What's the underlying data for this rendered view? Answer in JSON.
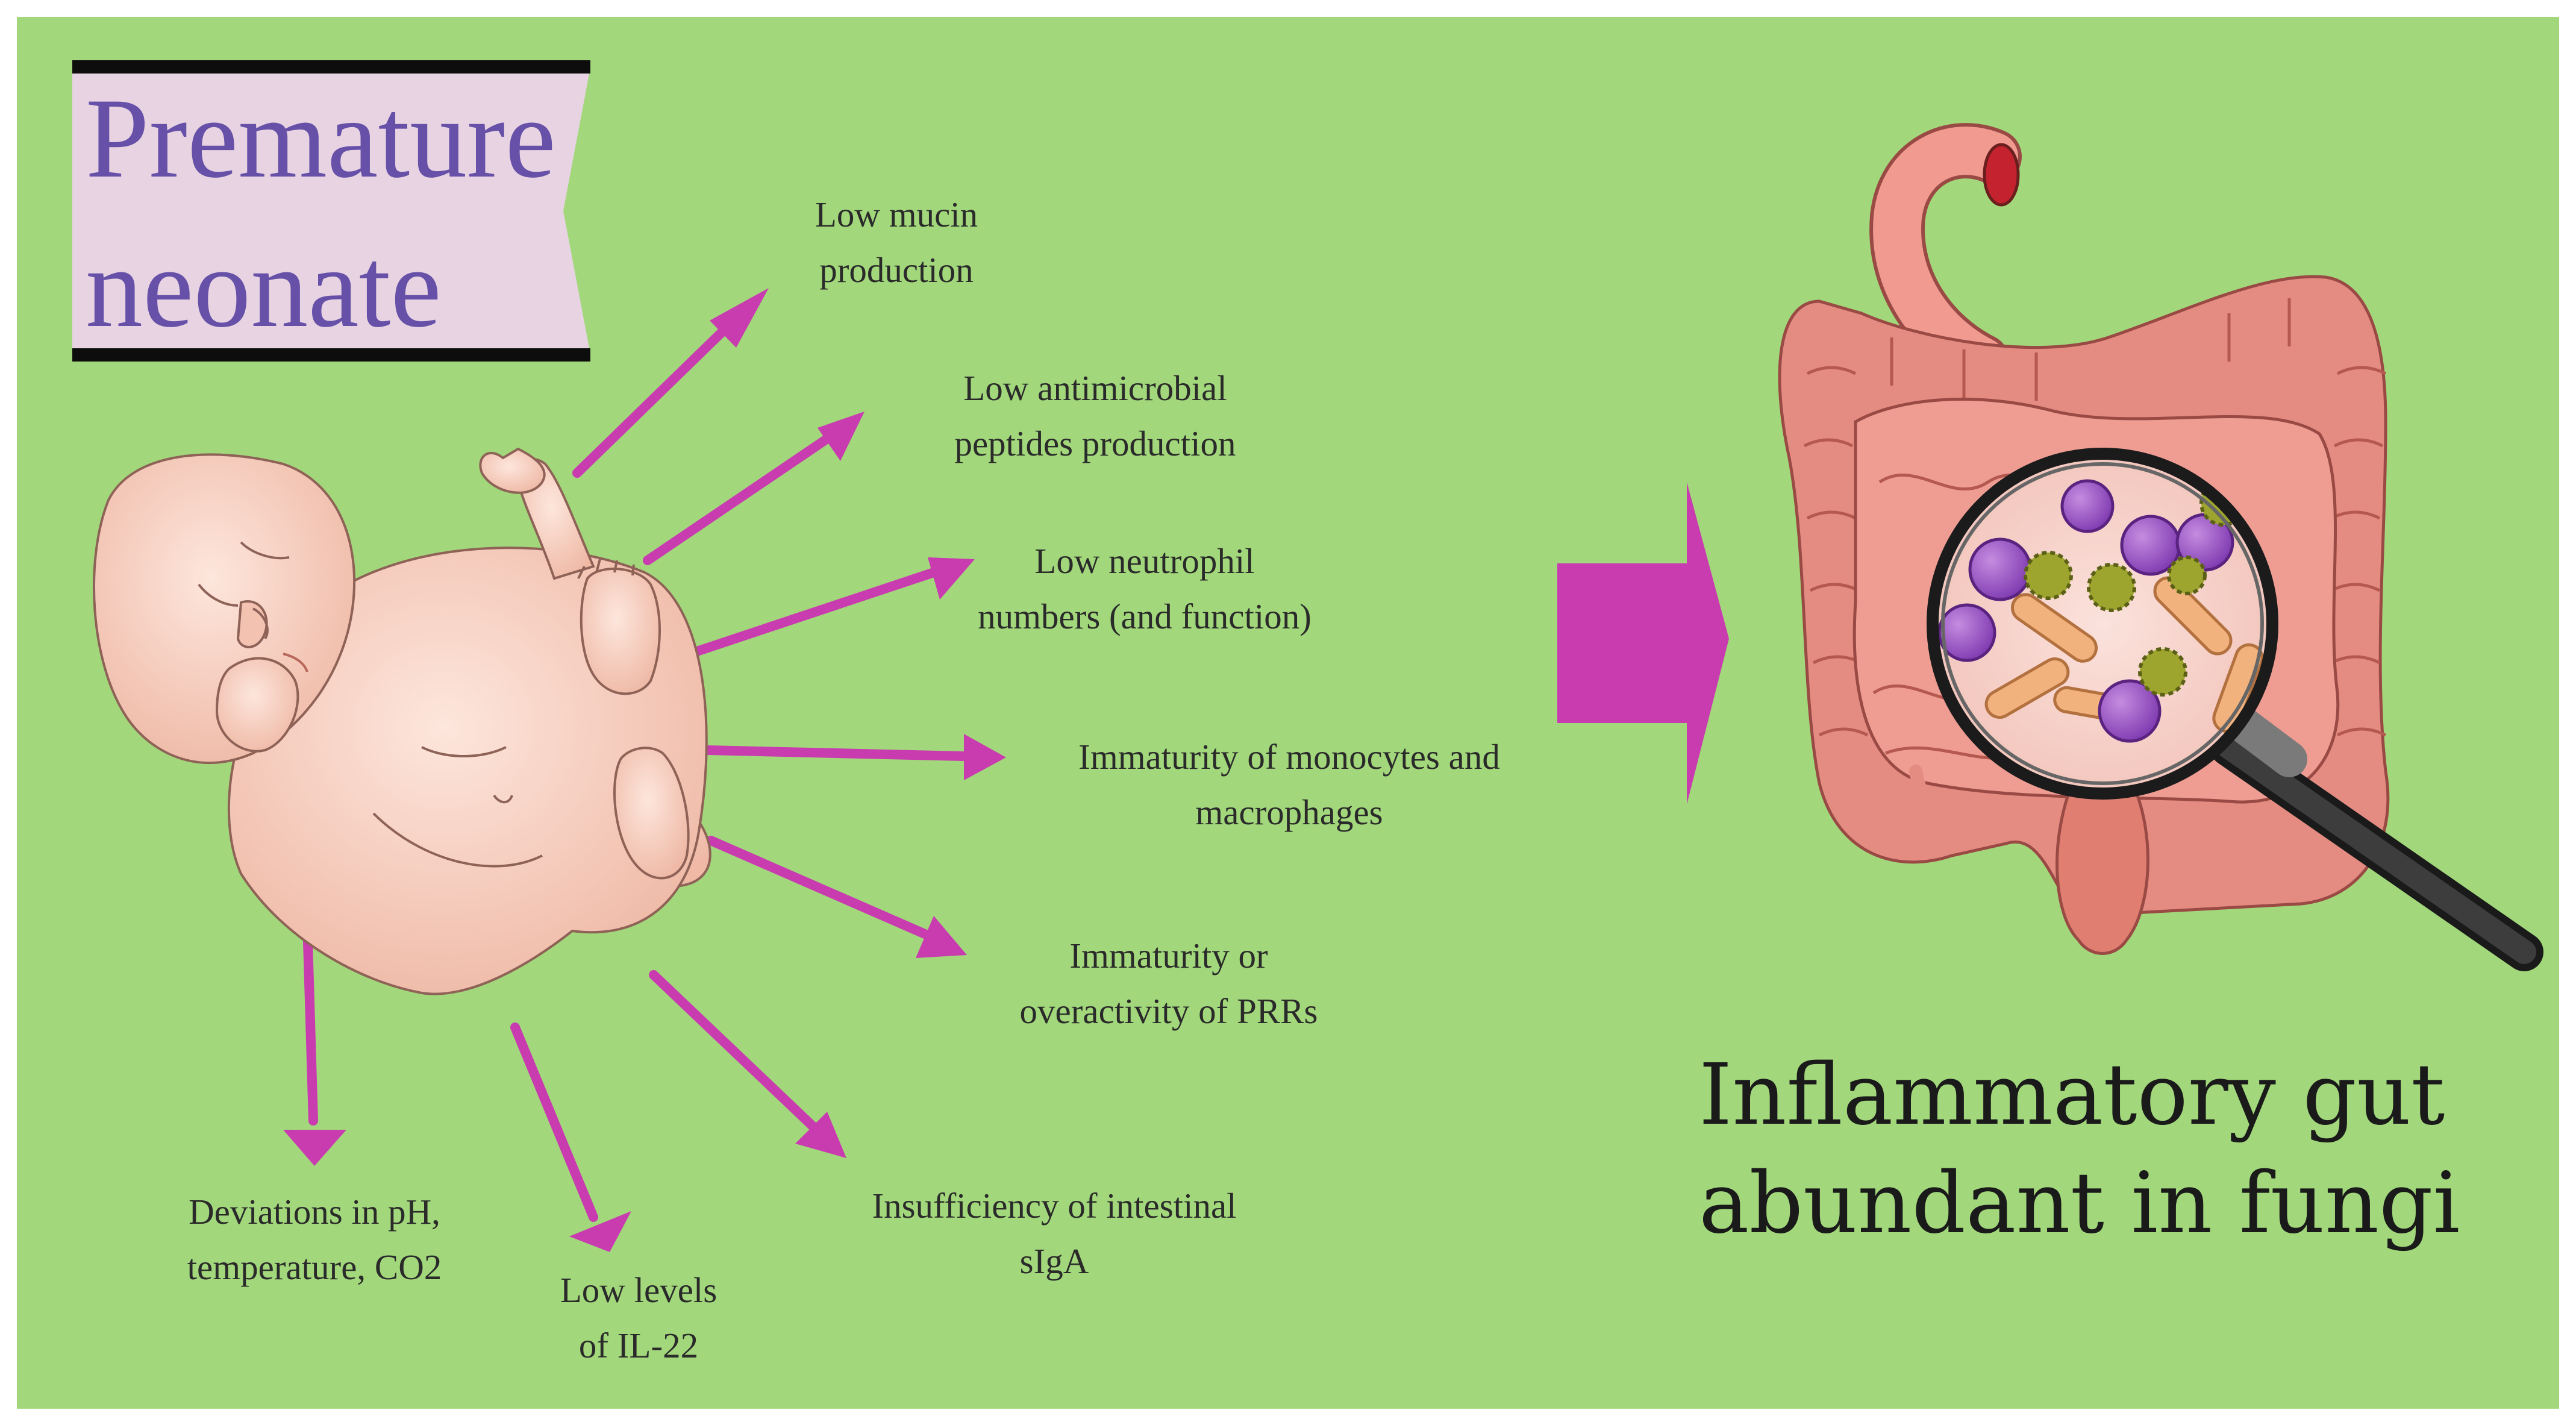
{
  "title": {
    "line1": "Premature",
    "line2": "neonate"
  },
  "factors": [
    {
      "line1": "Low mucin",
      "line2": "production"
    },
    {
      "line1": "Low antimicrobial",
      "line2": "peptides production"
    },
    {
      "line1": "Low neutrophil",
      "line2": "numbers (and function)"
    },
    {
      "line1": "Immaturity of monocytes and",
      "line2": "macrophages"
    },
    {
      "line1": "Immaturity or",
      "line2": "overactivity of PRRs"
    },
    {
      "line1": "Insufficiency of intestinal",
      "line2": "sIgA"
    },
    {
      "line1": "Low levels",
      "line2": "of IL-22"
    },
    {
      "line1": "Deviations in pH,",
      "line2": "temperature, CO2"
    }
  ],
  "conclusion": {
    "line1": "Inflammatory gut",
    "line2": "abundant in fungi"
  },
  "colors": {
    "background": "#a2d87b",
    "arrow": "#c93cb0",
    "banner": "#e8d3e2",
    "title_text": "#6650a8",
    "skin": "#f8d3c6",
    "intestine": "#e58c82"
  },
  "icons": [
    "neonate-illustration",
    "intestine-illustration",
    "magnifying-glass-icon",
    "fungi-icon",
    "bacteria-icon"
  ]
}
